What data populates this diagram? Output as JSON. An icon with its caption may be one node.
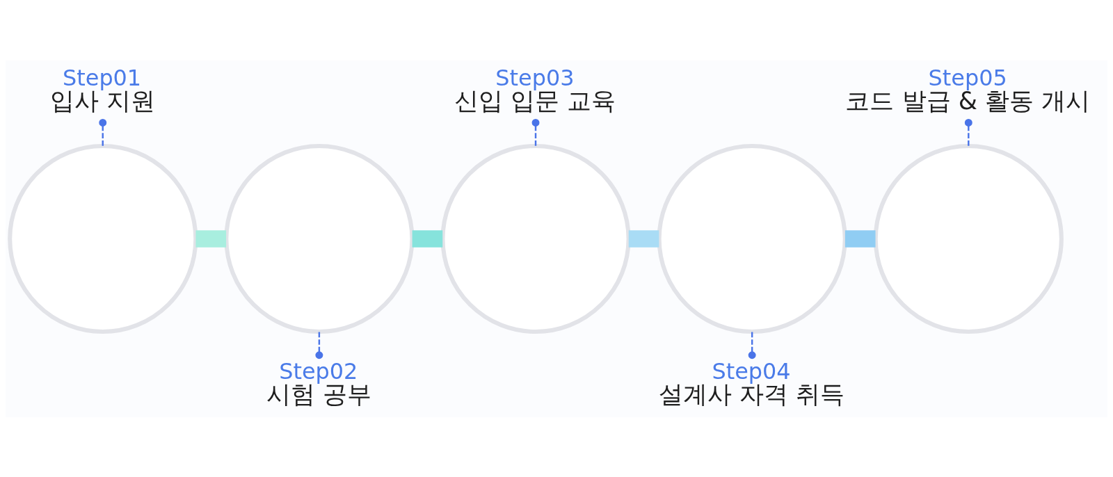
{
  "diagram": {
    "nodes": [
      {
        "text": [
          "Step01",
          "입사 지원"
        ]
      },
      {
        "text": [],
        "shape": "circle"
      },
      {
        "text": [
          "Step02",
          "시험 공부"
        ]
      },
      {
        "text": [],
        "shape": "circle"
      },
      {
        "text": [
          "Step03",
          "신입 입문 교육"
        ]
      },
      {
        "text": [],
        "shape": "circle"
      },
      {
        "text": [
          "Step04",
          "설계사 자격 취득"
        ]
      },
      {
        "text": [],
        "shape": "circle"
      },
      {
        "text": [
          "Step05",
          "코드 발급 & 활동 개시"
        ]
      },
      {
        "text": [],
        "shape": "circle"
      }
    ],
    "edges": [
      {
        "from": 0,
        "to": 1,
        "arrow": "other",
        "style": "dashed"
      },
      {
        "from": 2,
        "to": 3,
        "arrow": "other",
        "style": "dashed"
      },
      {
        "from": 4,
        "to": 5,
        "arrow": "other",
        "style": "dashed"
      },
      {
        "from": 6,
        "to": 7,
        "arrow": "other",
        "style": "dashed"
      },
      {
        "from": 8,
        "to": 9,
        "arrow": "other",
        "style": "dashed"
      },
      {
        "from": 1,
        "to": 3,
        "arrow": "none",
        "style": "thick",
        "color": "#a8eedf"
      },
      {
        "from": 3,
        "to": 5,
        "arrow": "none",
        "style": "thick",
        "color": "#86e3dc"
      },
      {
        "from": 5,
        "to": 7,
        "arrow": "none",
        "style": "thick",
        "color": "#a9dcf5"
      },
      {
        "from": 7,
        "to": 9,
        "arrow": "none",
        "style": "thick",
        "color": "#90cdf3"
      }
    ]
  }
}
